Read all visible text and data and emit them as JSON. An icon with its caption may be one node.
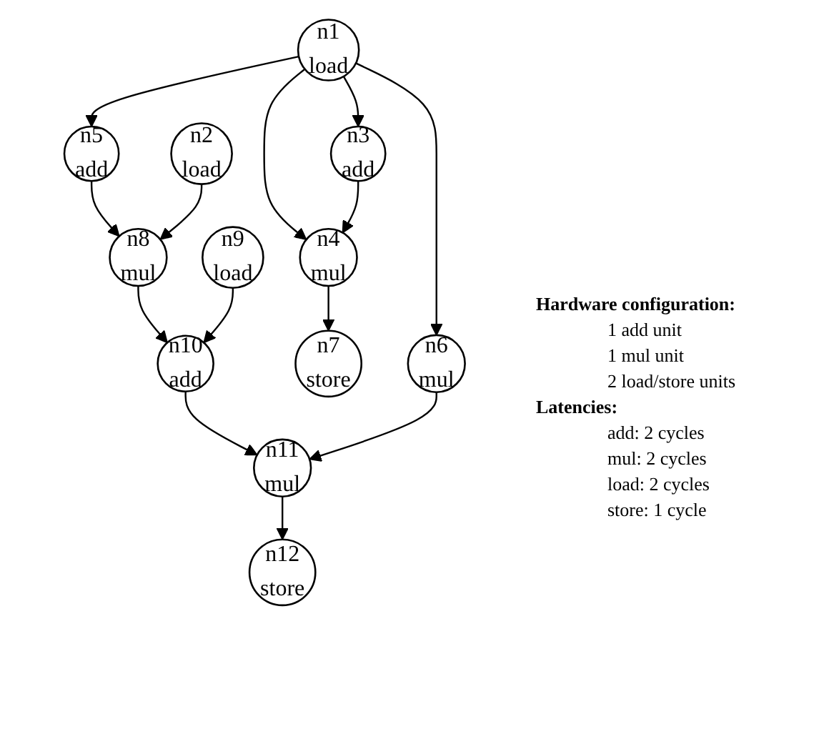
{
  "diagram": {
    "nodes": [
      {
        "text": [
          "n1",
          "load"
        ]
      },
      {
        "text": [
          "n3",
          "add"
        ]
      },
      {
        "text": [
          "n5",
          "add"
        ]
      },
      {
        "text": [
          "n2",
          "load"
        ]
      },
      {
        "text": [
          "n4",
          "mul"
        ]
      },
      {
        "text": [
          "n8",
          "mul"
        ]
      },
      {
        "text": [
          "n9",
          "load"
        ]
      },
      {
        "text": [
          "n6",
          "mul"
        ]
      },
      {
        "text": [
          "n7",
          "store"
        ]
      },
      {
        "text": [
          "n10",
          "add"
        ]
      },
      {
        "text": [
          "n11",
          "mul"
        ]
      },
      {
        "text": [
          "n12",
          "store"
        ]
      }
    ],
    "edges": [
      {
        "from": 0,
        "to": 1,
        "arrow": "to"
      },
      {
        "from": 0,
        "to": 4,
        "arrow": "to"
      },
      {
        "from": 0,
        "to": 2,
        "arrow": "to"
      },
      {
        "from": 0,
        "to": 7,
        "arrow": "to"
      },
      {
        "from": 1,
        "to": 4,
        "arrow": "to"
      },
      {
        "from": 2,
        "to": 5,
        "arrow": "to"
      },
      {
        "from": 3,
        "to": 5,
        "arrow": "to"
      },
      {
        "from": 4,
        "to": 8,
        "arrow": "to"
      },
      {
        "from": 5,
        "to": 9,
        "arrow": "to"
      },
      {
        "from": 6,
        "to": 9,
        "arrow": "to"
      },
      {
        "from": 9,
        "to": 10,
        "arrow": "to"
      },
      {
        "from": 7,
        "to": 10,
        "arrow": "to"
      },
      {
        "from": 10,
        "to": 11,
        "arrow": "to"
      }
    ],
    "labels": [
      "Hardware configuration:",
      "1 add unit",
      "1 mul unit",
      "2 load/store units",
      "Latencies:",
      "add: 2 cycles",
      "mul: 2 cycles",
      "load: 2 cycles",
      "store: 1 cycle"
    ]
  }
}
